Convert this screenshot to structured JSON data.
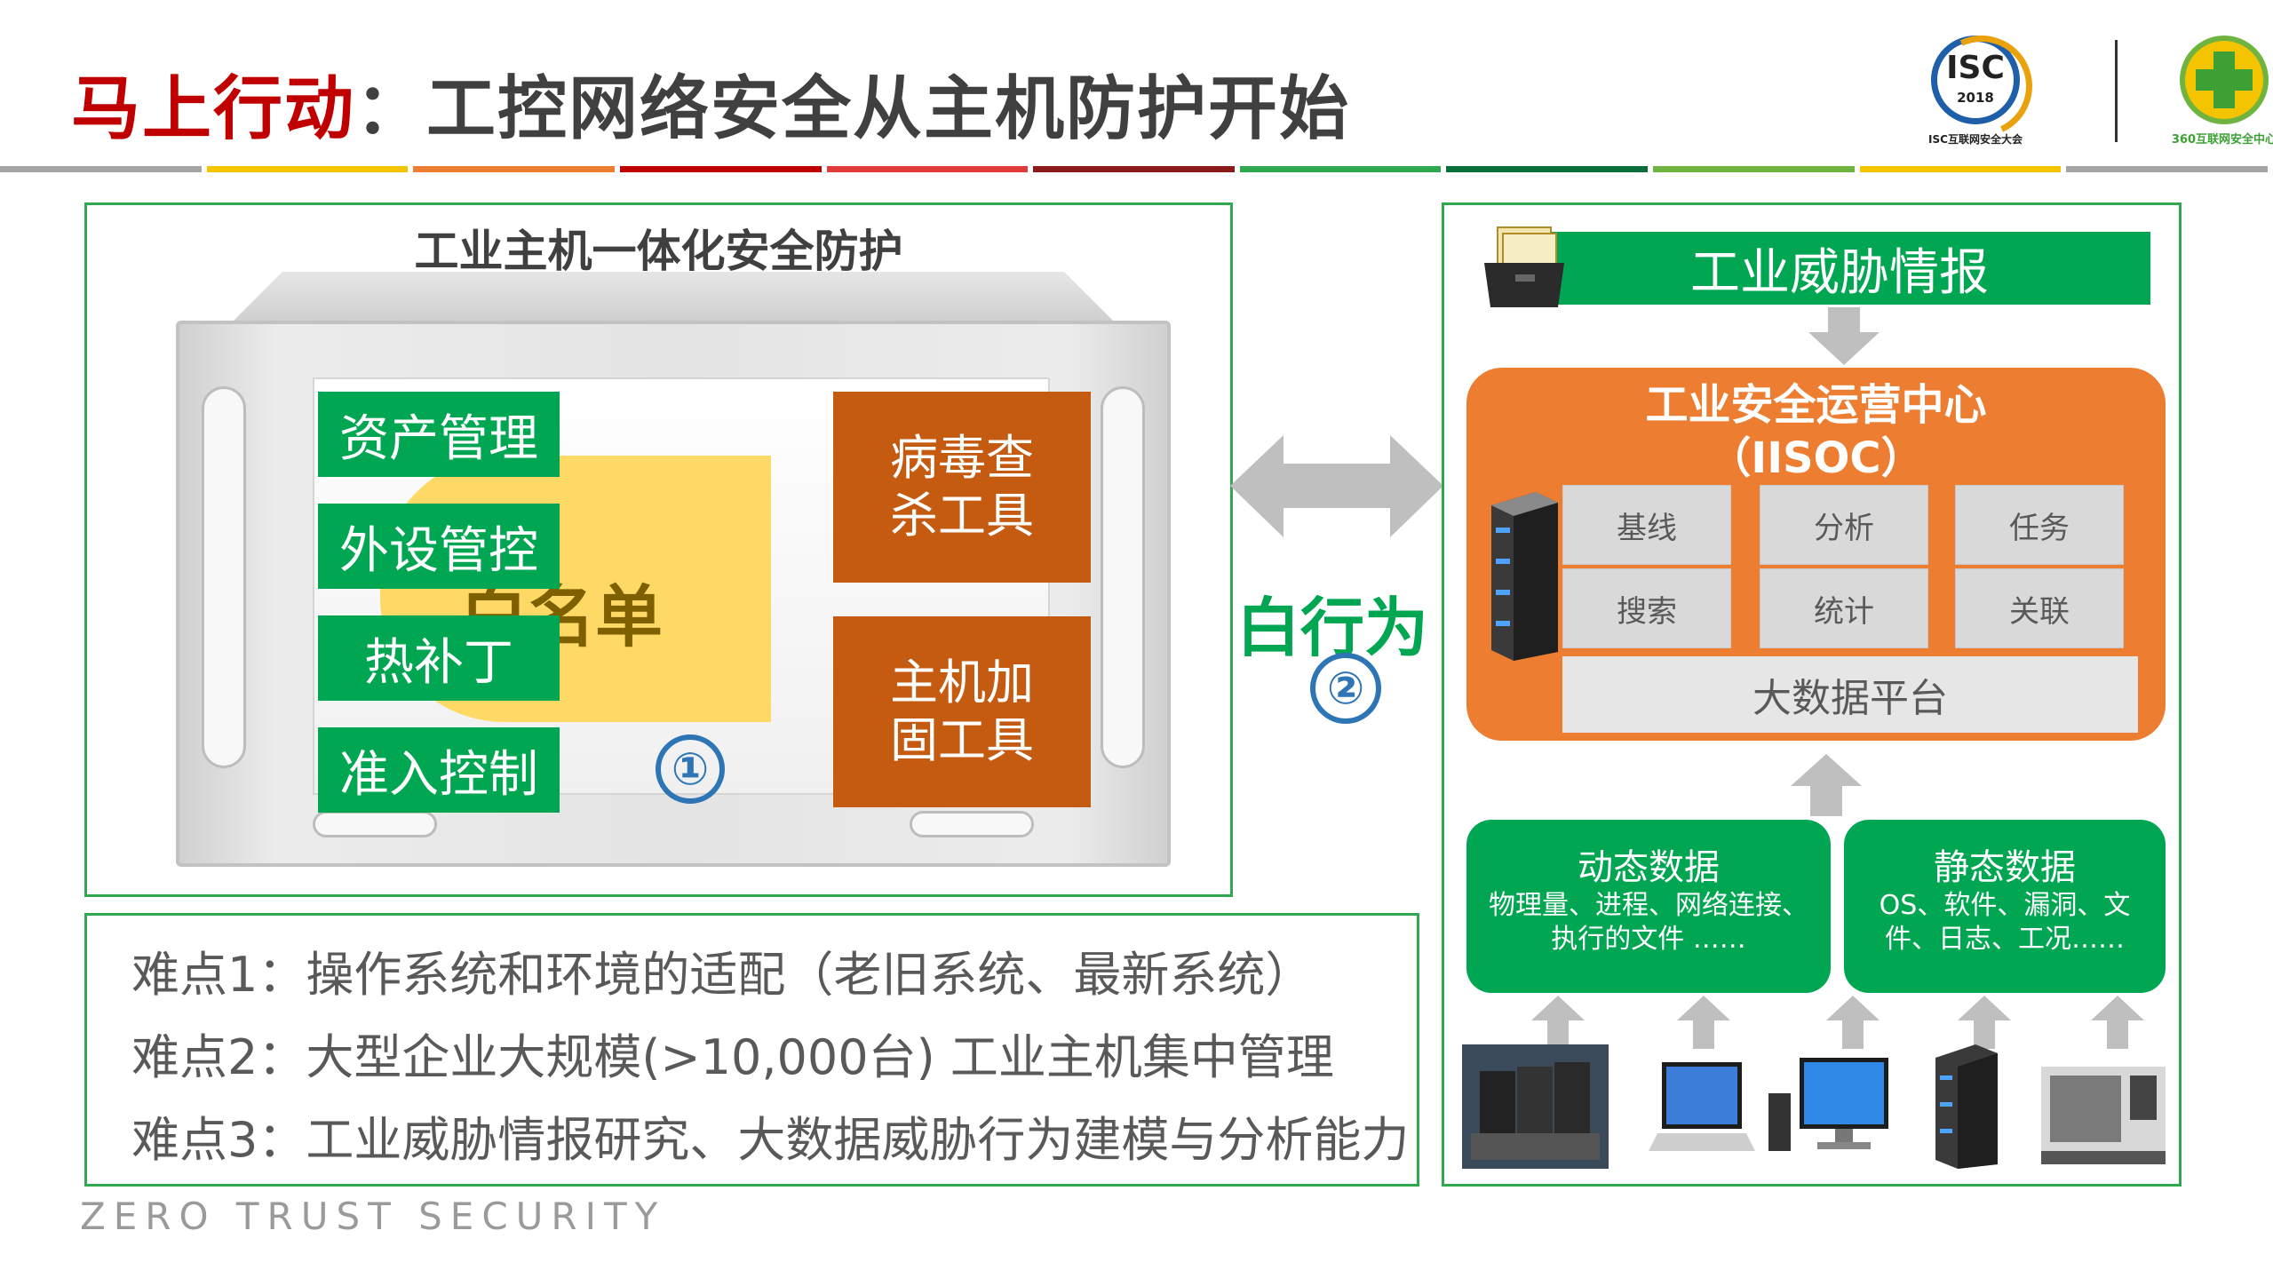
{
  "header": {
    "title_highlight": "马上行动",
    "title_rest": "：工控网络安全从主机防护开始",
    "rule_colors": [
      "#a5a5a5",
      "#f5c400",
      "#ed7d31",
      "#c00000",
      "#e03a3a",
      "#8b1a1a",
      "#2fa84f",
      "#0b6e3a",
      "#6fb43f",
      "#f5c400",
      "#a5a5a5"
    ]
  },
  "logos": {
    "isc_name": "ISC",
    "isc_year": "2018",
    "isc_caption": "ISC互联网安全大会",
    "org_caption": "360互联网安全中心"
  },
  "host_panel": {
    "title": "工业主机一体化安全防护",
    "whitelist": "白名单",
    "modules": [
      "资产管理",
      "外设管控",
      "热补丁",
      "准入控制"
    ],
    "tools": [
      "病毒查杀工具",
      "主机加固工具"
    ],
    "marker": "①"
  },
  "difficulties": [
    "难点1：操作系统和环境的适配（老旧系统、最新系统）",
    "难点2：大型企业大规模(>10,000台) 工业主机集中管理",
    "难点3：工业威胁情报研究、大数据威胁行为建模与分析能力"
  ],
  "middle": {
    "label": "白行为",
    "marker": "②"
  },
  "right_panel": {
    "intel_label": "工业威胁情报",
    "soc_title_line1": "工业安全运营中心",
    "soc_title_line2": "（IISOC）",
    "tags": [
      "基线",
      "分析",
      "任务",
      "搜索",
      "统计",
      "关联"
    ],
    "bigdata": "大数据平台",
    "dynamic": {
      "title": "动态数据",
      "desc_line1": "物理量、进程、网络连接、",
      "desc_line2": "执行的文件 ……"
    },
    "static": {
      "title": "静态数据",
      "desc_line1": "OS、软件、漏洞、文",
      "desc_line2": "件、日志、工况……"
    },
    "devices": [
      "plc-device-icon",
      "laptop-icon",
      "desktop-icon",
      "server-icon",
      "cnc-machine-icon"
    ]
  },
  "footer": "ZERO TRUST SECURITY",
  "colors": {
    "accent_green": "#00a651",
    "accent_red": "#c00000",
    "soc_orange": "#ed7d31",
    "tool_orange": "#c55a11",
    "whitelist_yellow": "#ffd966",
    "marker_blue": "#2e75b6"
  }
}
